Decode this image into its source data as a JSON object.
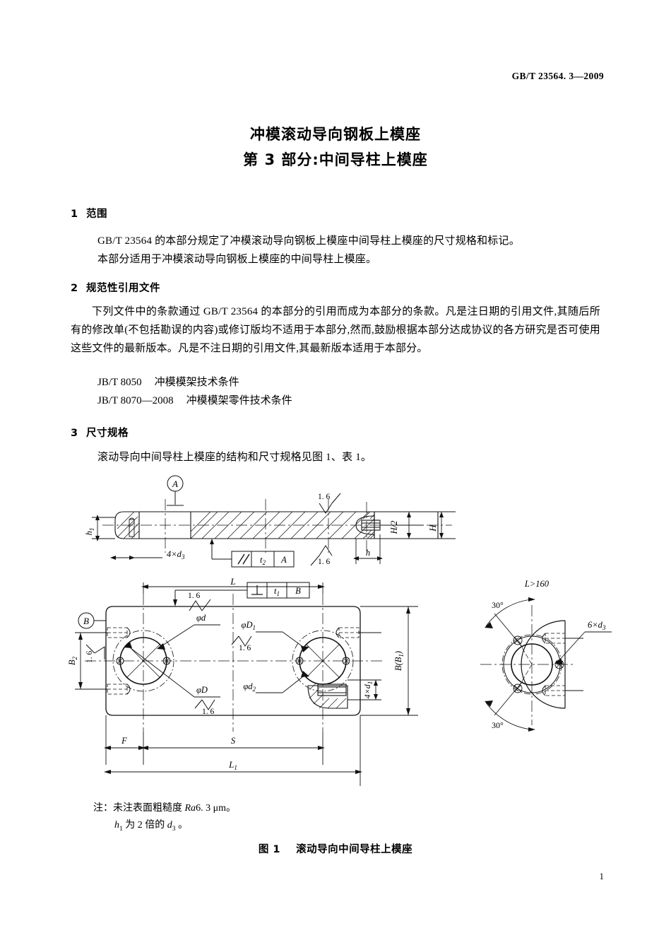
{
  "runhead": {
    "standard": "GB/T 23564. 3—2009"
  },
  "title": {
    "line1": "冲模滚动导向钢板上模座",
    "line2": "第 3 部分:中间导柱上模座"
  },
  "sections": [
    {
      "num": "1",
      "heading": "范围",
      "paras": [
        "GB/T 23564 的本部分规定了冲模滚动导向钢板上模座中间导柱上模座的尺寸规格和标记。",
        "本部分适用于冲模滚动导向钢板上模座的中间导柱上模座。"
      ]
    },
    {
      "num": "2",
      "heading": "规范性引用文件",
      "paras": [
        "下列文件中的条款通过 GB/T 23564 的本部分的引用而成为本部分的条款。凡是注日期的引用文件,其随后所有的修改单(不包括勘误的内容)或修订版均不适用于本部分,然而,鼓励根据本部分达成协议的各方研究是否可使用这些文件的最新版本。凡是不注日期的引用文件,其最新版本适用于本部分。"
      ],
      "refs": [
        {
          "code": "JB/T 8050",
          "name": "冲模模架技术条件"
        },
        {
          "code": "JB/T 8070—2008",
          "name": "冲模模架零件技术条件"
        }
      ]
    },
    {
      "num": "3",
      "heading": "尺寸规格",
      "paras": [
        "滚动导向中间导柱上模座的结构和尺寸规格见图 1、表 1。"
      ]
    }
  ],
  "figure": {
    "caption_label": "图 1",
    "caption_text": "滚动导向中间导柱上模座",
    "notes": [
      "注：未注表面粗糙度 Ra6.3 μm。",
      "h1 为 2 倍的 d3 。"
    ],
    "labels": {
      "datum_a": "A",
      "datum_b": "B",
      "datum_b_ref": "B",
      "datum_a_ref": "A",
      "roughness": "1. 6",
      "h1": "h1",
      "holes_4xd3": "4×d3",
      "tol_parallel_value": "t2",
      "tol_perp_value": "t1",
      "h_half": "H",
      "h_half_den": "2",
      "height_H": "H",
      "depth_h": "h",
      "dia_d": "φd",
      "dia_D": "φD",
      "dia_D1": "φD1",
      "dia_d2": "φd2",
      "holes_4xd1": "4×d1",
      "width_B": "B(B1)",
      "width_B2": "B2",
      "len_L": "L",
      "len_L1": "L1",
      "dim_F": "F",
      "dim_S": "S",
      "detail_title": "L>160",
      "angle_top": "30°",
      "angle_bottom": "30°",
      "holes_6xd3": "6×d3"
    }
  },
  "footer": {
    "page": "1"
  },
  "colors": {
    "ink": "#000000",
    "line": "#1a1a1a"
  }
}
